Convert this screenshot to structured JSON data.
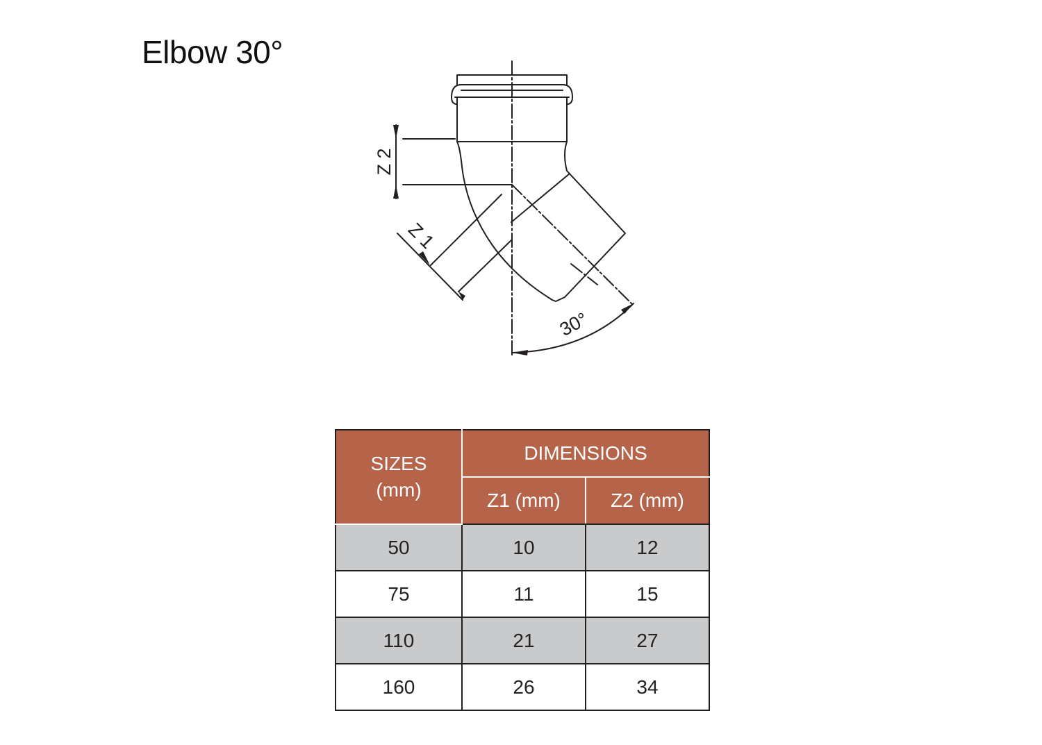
{
  "title": "Elbow 30°",
  "drawing": {
    "labels": {
      "z2": "Z 2",
      "z1": "Z 1",
      "angle": "30°"
    }
  },
  "table": {
    "header": {
      "sizes_line1": "SIZES",
      "sizes_line2": "(mm)",
      "dimensions": "DIMENSIONS",
      "z1": "Z1 (mm)",
      "z2": "Z2 (mm)"
    },
    "rows": [
      {
        "size": "50",
        "z1": "10",
        "z2": "12"
      },
      {
        "size": "75",
        "z1": "11",
        "z2": "15"
      },
      {
        "size": "110",
        "z1": "21",
        "z2": "27"
      },
      {
        "size": "160",
        "z1": "26",
        "z2": "34"
      }
    ],
    "colors": {
      "header": "#b5644a",
      "shaded_row": "#c8cacc",
      "border": "#231f20"
    }
  }
}
